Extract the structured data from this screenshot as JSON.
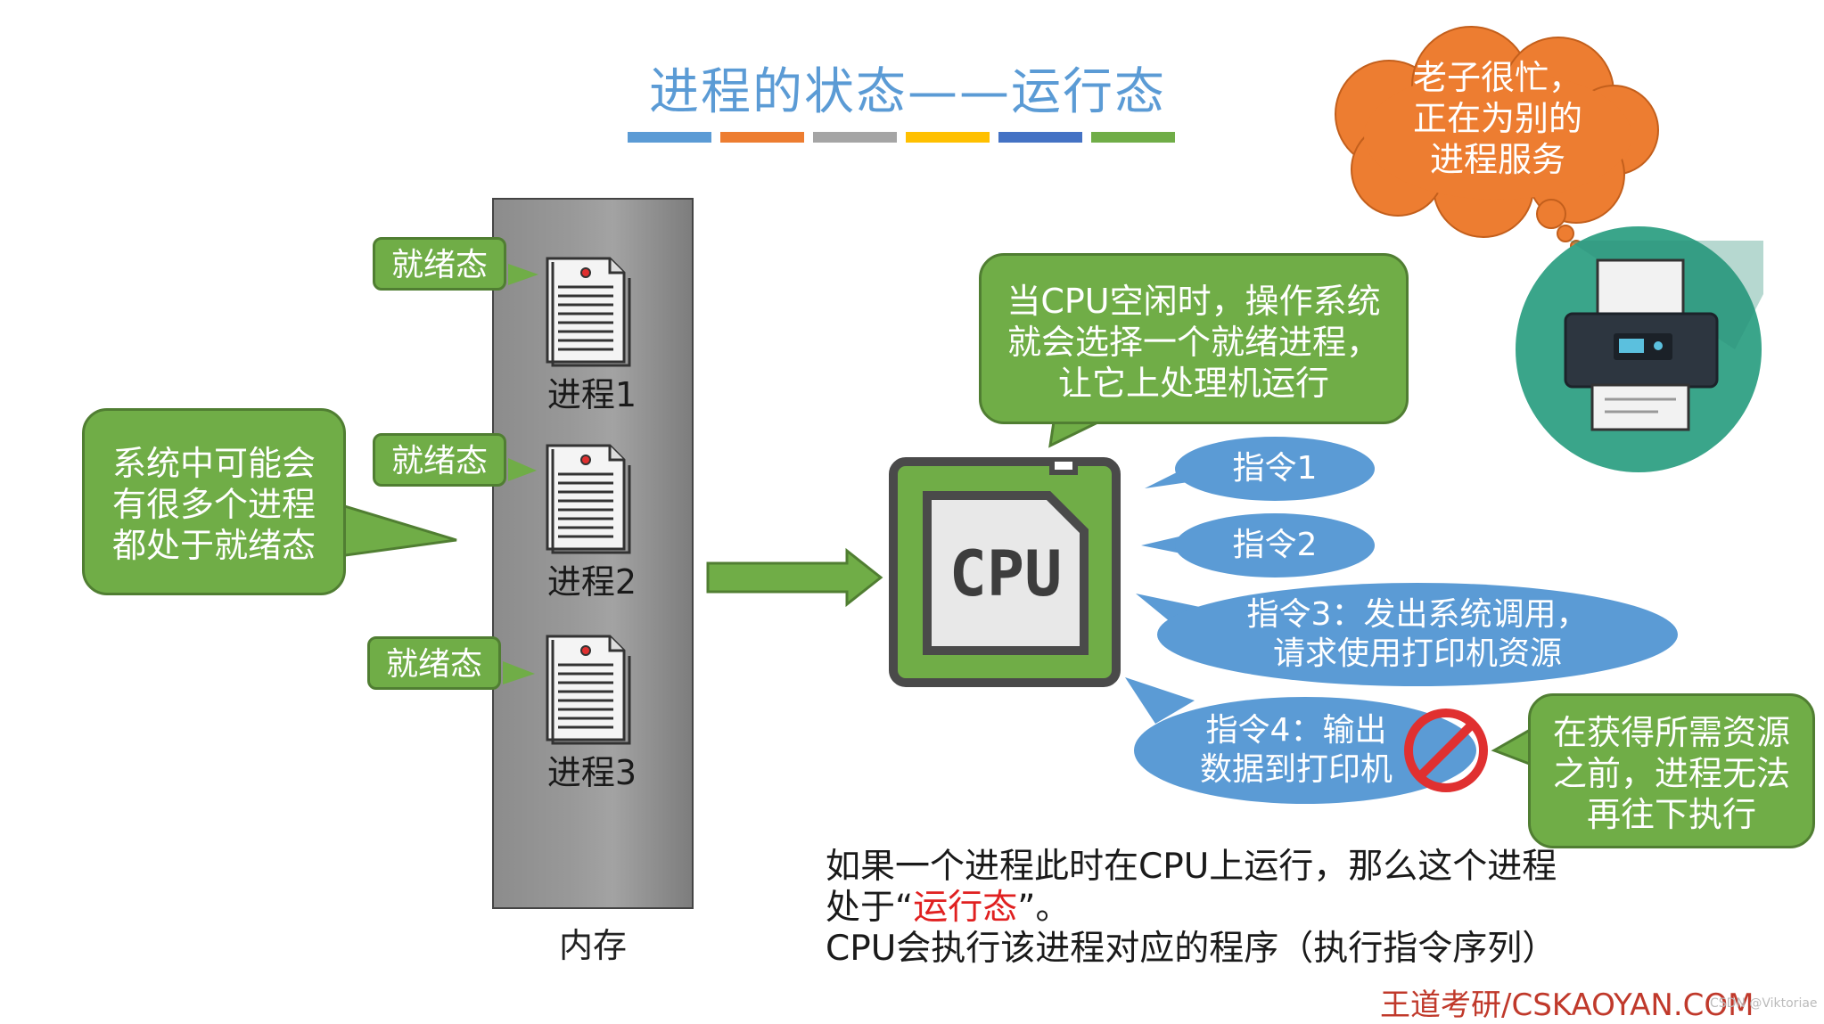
{
  "title": "进程的状态——运行态",
  "title_bar_colors": [
    "#5b9bd5",
    "#ed7d31",
    "#a5a5a5",
    "#ffc000",
    "#4472c4",
    "#70ad47"
  ],
  "memory": {
    "label": "内存"
  },
  "processes": [
    {
      "label": "进程1",
      "state_tag": "就绪态"
    },
    {
      "label": "进程2",
      "state_tag": "就绪态"
    },
    {
      "label": "进程3",
      "state_tag": "就绪态"
    }
  ],
  "left_note": [
    "系统中可能会",
    "有很多个进程",
    "都处于就绪态"
  ],
  "cpu_note": [
    "当CPU空闲时，操作系统",
    "就会选择一个就绪进程，",
    "让它上处理机运行"
  ],
  "cpu_label": "CPU",
  "instructions": [
    {
      "lines": [
        "指令1"
      ]
    },
    {
      "lines": [
        "指令2"
      ]
    },
    {
      "lines": [
        "指令3：发出系统调用，",
        "请求使用打印机资源"
      ]
    },
    {
      "lines": [
        "指令4：输出",
        "数据到打印机"
      ]
    }
  ],
  "blocked_note": [
    "在获得所需资源",
    "之前，进程无法",
    "再往下执行"
  ],
  "printer_thought": [
    "老子很忙，",
    "正在为别的",
    "进程服务"
  ],
  "bottom_text": {
    "line1": "如果一个进程此时在CPU上运行，那么这个进程",
    "line2_prefix": "处于“",
    "line2_highlight": "运行态",
    "line2_suffix": "”。",
    "line3": "CPU会执行该进程对应的程序（执行指令序列）"
  },
  "footer": "王道考研/CSKAOYAN.COM",
  "watermark": "CSDN @Viktoriae",
  "colors": {
    "green": "#70ad47",
    "green_border": "#507e32",
    "blue": "#5b9bd5",
    "orange": "#ed7d31",
    "red": "#e02020",
    "printer_bg": "#3aa58a"
  },
  "icons": [
    "document-icon",
    "cpu-chip-icon",
    "printer-icon",
    "prohibited-icon",
    "arrow-right-icon"
  ]
}
